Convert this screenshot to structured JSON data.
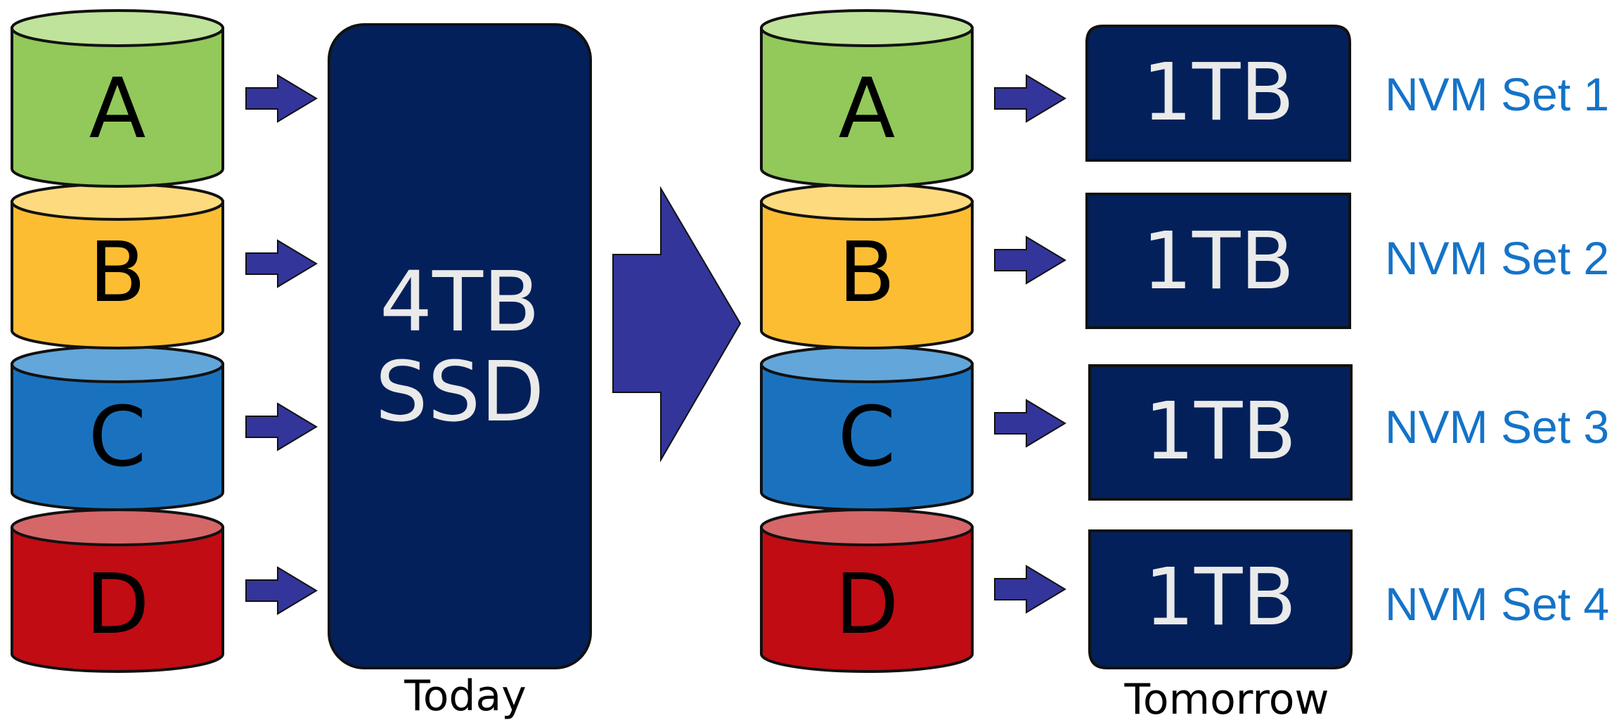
{
  "today": {
    "drives": [
      {
        "letter": "A",
        "color": "#92c95a",
        "top_color": "#bfe39a"
      },
      {
        "letter": "B",
        "color": "#fcbd33",
        "top_color": "#fdda7e"
      },
      {
        "letter": "C",
        "color": "#1a72bf",
        "top_color": "#63a6da"
      },
      {
        "letter": "D",
        "color": "#c10c14",
        "top_color": "#d66769"
      }
    ],
    "ssd_line1": "4TB",
    "ssd_line2": "SSD",
    "caption": "Today"
  },
  "tomorrow": {
    "drives": [
      {
        "letter": "A",
        "color": "#92c95a",
        "top_color": "#bfe39a"
      },
      {
        "letter": "B",
        "color": "#fcbd33",
        "top_color": "#fdda7e"
      },
      {
        "letter": "C",
        "color": "#1a72bf",
        "top_color": "#63a6da"
      },
      {
        "letter": "D",
        "color": "#c10c14",
        "top_color": "#d66769"
      }
    ],
    "blocks": [
      "1TB",
      "1TB",
      "1TB",
      "1TB"
    ],
    "sets": [
      "NVM Set 1",
      "NVM Set 2",
      "NVM Set 3",
      "NVM Set 4"
    ],
    "caption": "Tomorrow"
  },
  "colors": {
    "ssd_fill": "#03205a",
    "arrow_fill": "#33359a",
    "set_label": "#1473c8"
  }
}
